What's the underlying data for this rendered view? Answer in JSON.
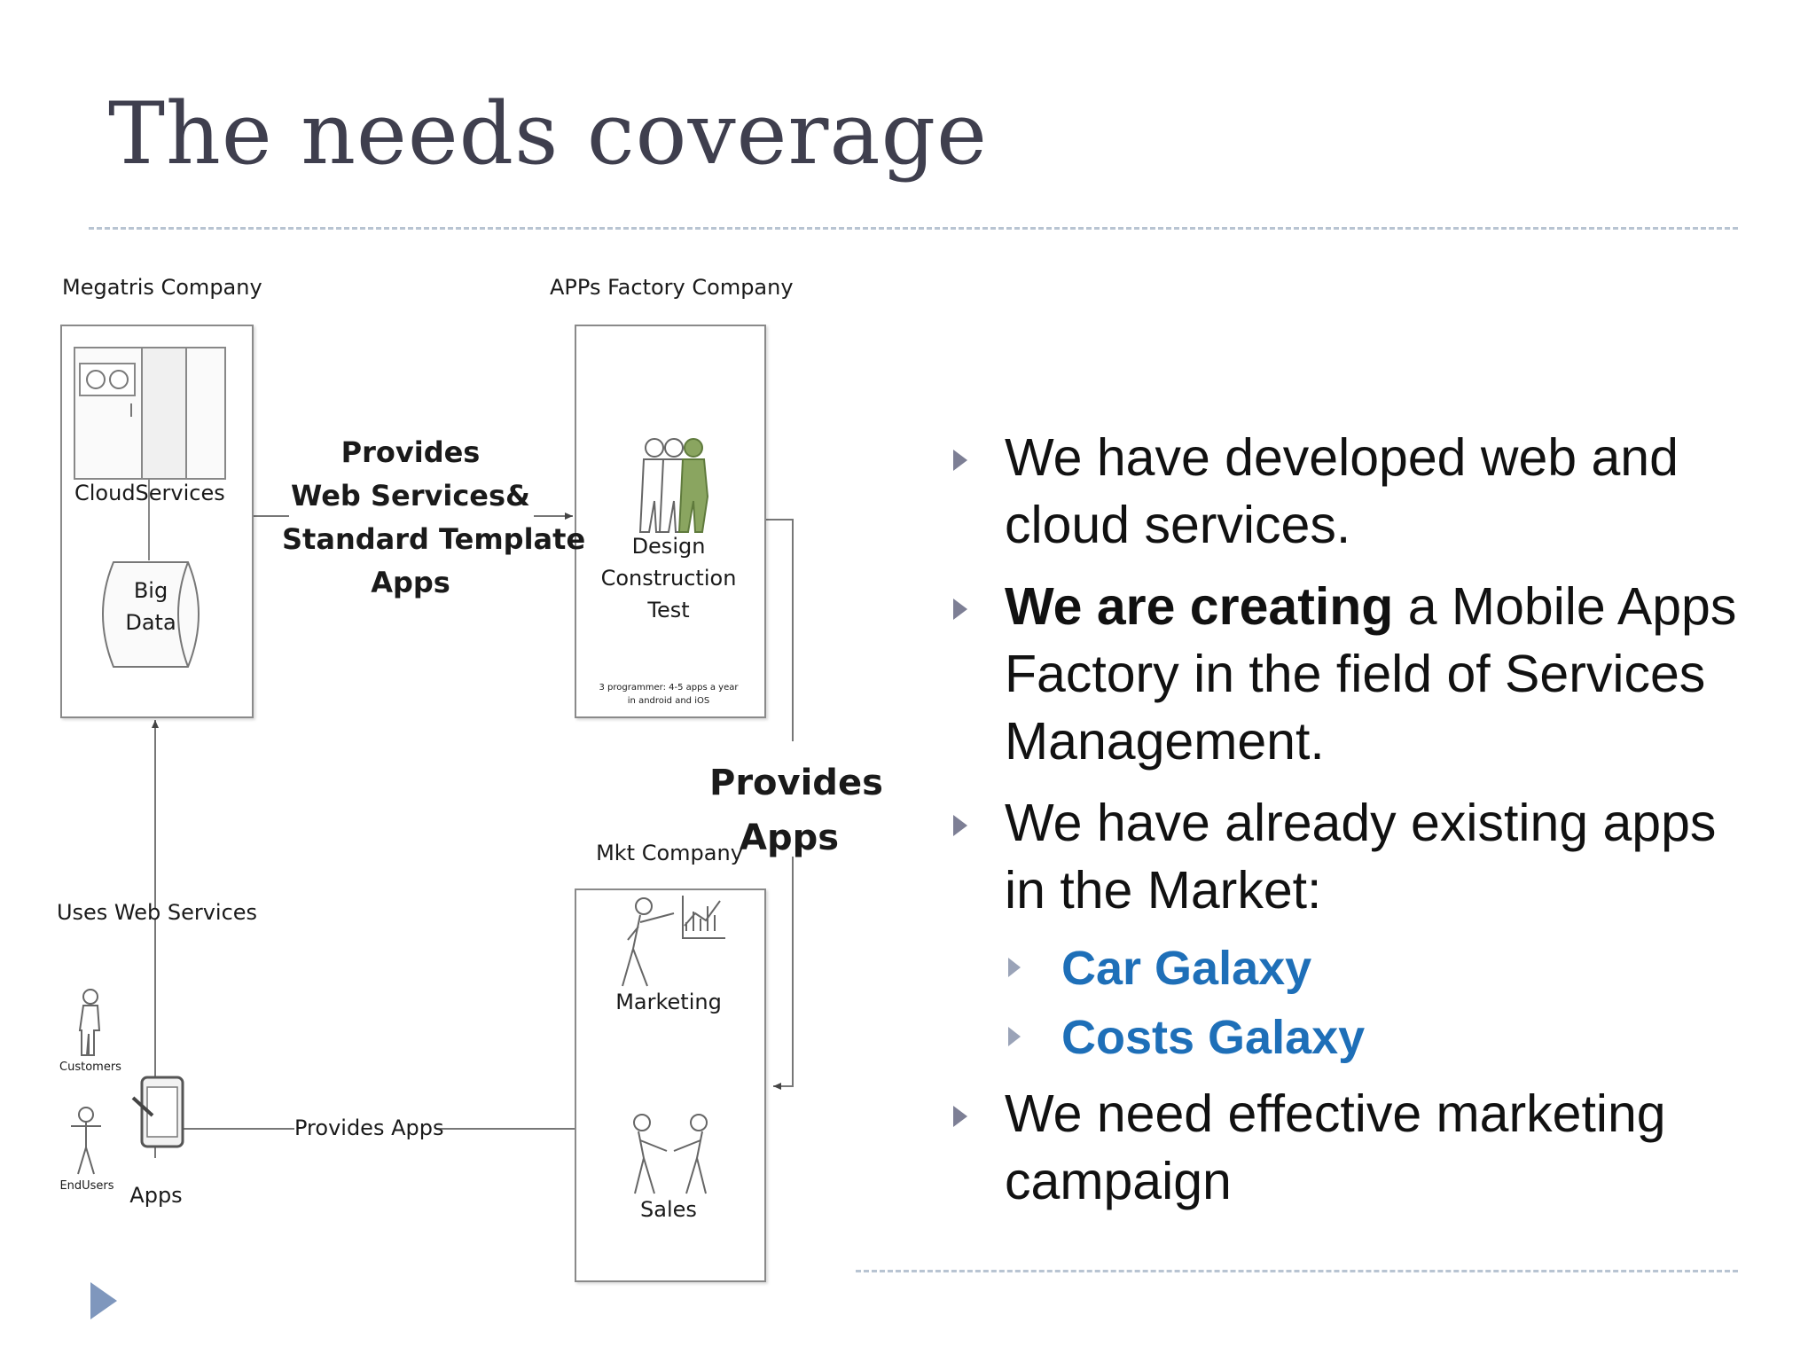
{
  "slide": {
    "title": "The needs coverage"
  },
  "diagram": {
    "megatris": {
      "company": "Megatris Company",
      "cloud": "CloudServices",
      "bigdata_line1": "Big",
      "bigdata_line2": "Data"
    },
    "factory": {
      "company": "APPs Factory Company",
      "line1": "Design",
      "line2": "Construction",
      "line3": "Test",
      "note1": "3 programmer: 4-5 apps a year",
      "note2": "in android and iOS"
    },
    "mkt": {
      "company": "Mkt Company",
      "marketing": "Marketing",
      "sales": "Sales"
    },
    "flows": {
      "provides_ws_1": "Provides",
      "provides_ws_2": "Web Services&",
      "provides_ws_3": "Standard Template",
      "provides_ws_4": "Apps",
      "provides_apps_1": "Provides",
      "provides_apps_2": "Apps",
      "uses_ws": "Uses Web Services",
      "provides_apps_bottom": "Provides Apps"
    },
    "users": {
      "customers": "Customers",
      "endusers": "EndUsers",
      "apps": "Apps"
    }
  },
  "bullets": [
    {
      "text": "We have developed web and cloud services."
    },
    {
      "bold": "We are creating",
      "rest": " a Mobile Apps Factory in the field of Services Management."
    },
    {
      "text": "We have already existing apps in the Market:"
    },
    {
      "text": "We need effective marketing campaign"
    }
  ],
  "sub_bullets": [
    "Car Galaxy",
    "Costs Galaxy"
  ],
  "colors": {
    "title": "#3f3f4e",
    "bullet_marker": "#7d7f95",
    "sub_bullet_text": "#1e6fb8",
    "rule": "#b8c4d2",
    "nav_arrow": "#7f97bd"
  }
}
